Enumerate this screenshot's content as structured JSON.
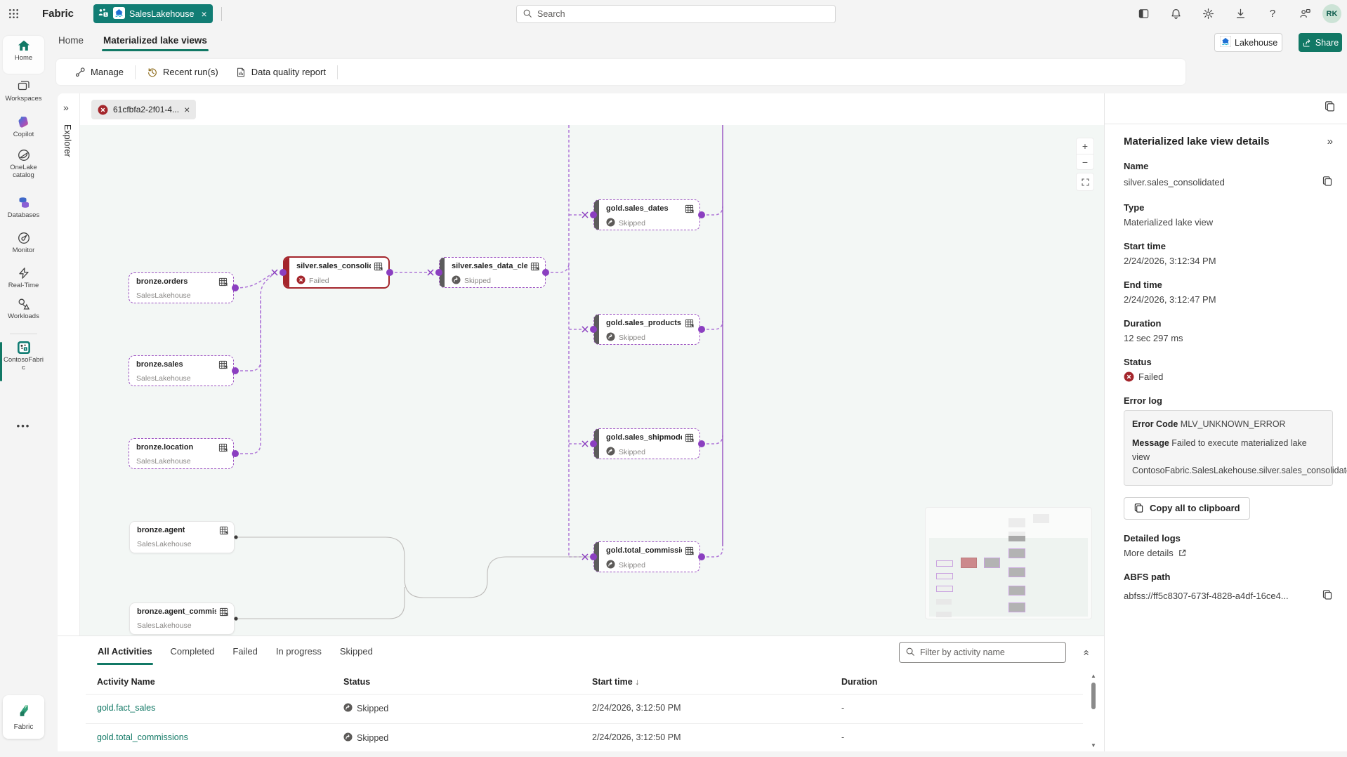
{
  "topbar": {
    "brand": "Fabric",
    "workspace_tab": "SalesLakehouse",
    "search_placeholder": "Search",
    "avatar_initials": "RK"
  },
  "nav": {
    "tabs": [
      {
        "label": "Home"
      },
      {
        "label": "Materialized lake views"
      }
    ],
    "active_tab": "Materialized lake views",
    "item_type": "Lakehouse",
    "share": "Share"
  },
  "toolbar": {
    "manage": "Manage",
    "recent_runs": "Recent run(s)",
    "data_quality": "Data quality report"
  },
  "canvas": {
    "explorer_label": "Explorer",
    "run_chip": "61cfbfa2-2f01-4...",
    "zoom_in": "+",
    "zoom_out": "−",
    "nodes": [
      {
        "id": "bronze-orders",
        "title": "bronze.orders",
        "subtitle": "SalesLakehouse",
        "kind": "source"
      },
      {
        "id": "bronze-sales",
        "title": "bronze.sales",
        "subtitle": "SalesLakehouse",
        "kind": "source"
      },
      {
        "id": "bronze-location",
        "title": "bronze.location",
        "subtitle": "SalesLakehouse",
        "kind": "source"
      },
      {
        "id": "bronze-agent",
        "title": "bronze.agent",
        "subtitle": "SalesLakehouse",
        "kind": "plain"
      },
      {
        "id": "bronze-agent-commissions",
        "title": "bronze.agent_commissio...",
        "subtitle": "SalesLakehouse",
        "kind": "plain"
      },
      {
        "id": "silver-sales-consolidated",
        "title": "silver.sales_consolidated",
        "status": "Failed",
        "kind": "failed"
      },
      {
        "id": "silver-sales-data-cleaned",
        "title": "silver.sales_data_cleaned",
        "status": "Skipped",
        "kind": "skipped"
      },
      {
        "id": "gold-sales-dates",
        "title": "gold.sales_dates",
        "status": "Skipped",
        "kind": "skipped"
      },
      {
        "id": "gold-sales-products",
        "title": "gold.sales_products",
        "status": "Skipped",
        "kind": "skipped"
      },
      {
        "id": "gold-sales-shipmode",
        "title": "gold.sales_shipmode",
        "status": "Skipped",
        "kind": "skipped"
      },
      {
        "id": "gold-total-commissions",
        "title": "gold.total_commissions",
        "status": "Skipped",
        "kind": "skipped"
      }
    ]
  },
  "details": {
    "title": "Materialized lake view details",
    "fields": [
      {
        "label": "Name",
        "value": "silver.sales_consolidated",
        "copy": true
      },
      {
        "label": "Type",
        "value": "Materialized lake view"
      },
      {
        "label": "Start time",
        "value": "2/24/2026, 3:12:34 PM"
      },
      {
        "label": "End time",
        "value": "2/24/2026, 3:12:47 PM"
      },
      {
        "label": "Duration",
        "value": "12 sec 297 ms"
      }
    ],
    "status_label": "Status",
    "status_value": "Failed",
    "error_log_label": "Error log",
    "error_code_label": "Error Code",
    "error_code": "MLV_UNKNOWN_ERROR",
    "message_label": "Message",
    "message": "Failed to execute materialized lake view ContosoFabric.SalesLakehouse.silver.sales_consolidated.",
    "copy_all": "Copy all to clipboard",
    "detailed_logs_label": "Detailed logs",
    "more_details": "More details",
    "abfs_label": "ABFS path",
    "abfs_value": "abfss://ff5c8307-673f-4828-a4df-16ce4..."
  },
  "activities": {
    "tabs": [
      "All Activities",
      "Completed",
      "Failed",
      "In progress",
      "Skipped"
    ],
    "active_tab": "All Activities",
    "filter_placeholder": "Filter by activity name",
    "columns": [
      "Activity Name",
      "Status",
      "Start time",
      "Duration"
    ],
    "sort_icon": "↓",
    "rows": [
      {
        "name": "gold.fact_sales",
        "status": "Skipped",
        "start": "2/24/2026, 3:12:50 PM",
        "duration": "-"
      },
      {
        "name": "gold.total_commissions",
        "status": "Skipped",
        "start": "2/24/2026, 3:12:50 PM",
        "duration": "-"
      }
    ]
  },
  "sidebar": {
    "items": [
      {
        "id": "home",
        "label": "Home"
      },
      {
        "id": "workspaces",
        "label": "Workspaces"
      },
      {
        "id": "copilot",
        "label": "Copilot"
      },
      {
        "id": "onelake",
        "label": "OneLake catalog"
      },
      {
        "id": "databases",
        "label": "Databases"
      },
      {
        "id": "monitor",
        "label": "Monitor"
      },
      {
        "id": "realtime",
        "label": "Real-Time"
      },
      {
        "id": "workloads",
        "label": "Workloads"
      },
      {
        "id": "contoso",
        "label": "ContosoFabric"
      }
    ],
    "more": "•••",
    "footer": "Fabric"
  },
  "colors": {
    "accent": "#117865",
    "teal_tab": "#117d74",
    "purple": "#9a4fc0",
    "failed_red": "#a4262c",
    "skipped_gray": "#5d5b59"
  }
}
